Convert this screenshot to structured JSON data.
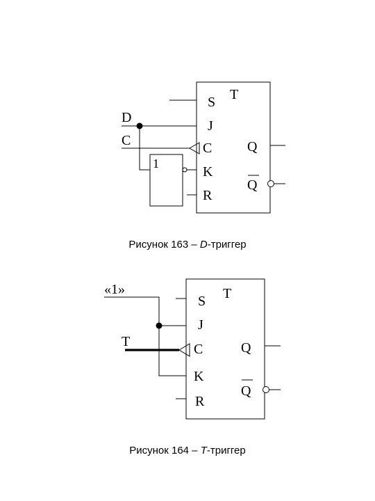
{
  "figure1": {
    "block_title": "T",
    "pins": {
      "s": "S",
      "j": "J",
      "c": "C",
      "k": "K",
      "r": "R"
    },
    "out_q": "Q",
    "out_qbar": "Q",
    "in_d": "D",
    "in_c": "C",
    "inverter": "1",
    "caption": {
      "prefix": "Рисунок 163 – ",
      "letter": "D",
      "suffix": "-триггер"
    }
  },
  "figure2": {
    "block_title": "T",
    "pins": {
      "s": "S",
      "j": "J",
      "c": "C",
      "k": "K",
      "r": "R"
    },
    "out_q": "Q",
    "out_qbar": "Q",
    "in_one": "«1»",
    "in_t": "T",
    "caption": {
      "prefix": "Рисунок 164 – ",
      "letter": "T",
      "suffix": "-триггер"
    }
  }
}
